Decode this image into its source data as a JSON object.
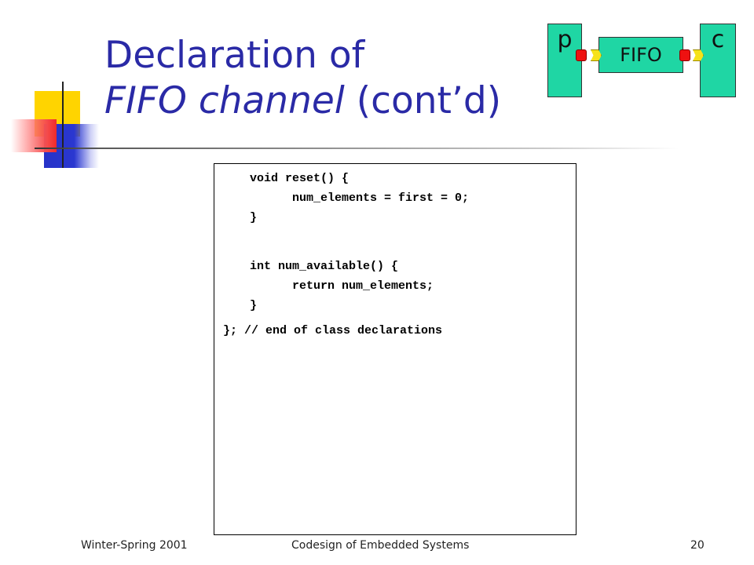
{
  "slide": {
    "title_line1": "Declaration of",
    "title_line2_italic": "FIFO channel",
    "title_line2_rest": " (cont’d)"
  },
  "diagram": {
    "producer_label": "p",
    "channel_label": "FIFO",
    "consumer_label": "c",
    "box_color": "#1fd6a4",
    "port_out_color": "#ee1111",
    "port_in_color": "#f6e21a"
  },
  "code": {
    "lines": [
      "void reset() {",
      "      num_elements = first = 0;",
      "}",
      "int num_available() {",
      "      return num_elements;",
      "}",
      "}; // end of class declarations"
    ]
  },
  "footer": {
    "left": "Winter-Spring 2001",
    "center": "Codesign of Embedded Systems",
    "page_number": "20"
  },
  "colors": {
    "title": "#2a2aa6",
    "accent_yellow": "#ffd400",
    "accent_blue": "#2733c8",
    "accent_red": "#ee2a2a"
  }
}
